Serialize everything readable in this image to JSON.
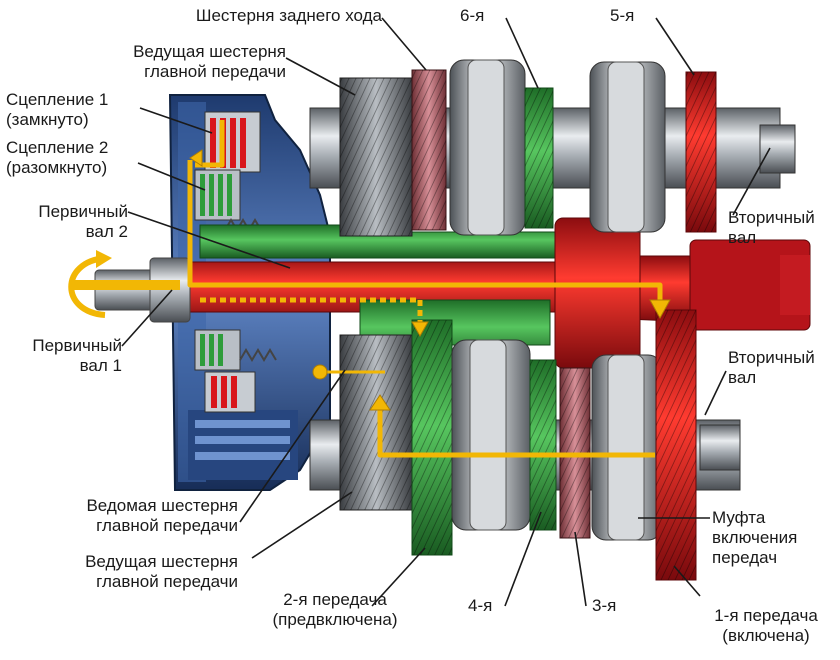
{
  "labels": {
    "reverse_gear": "Шестерня заднего хода",
    "gear6": "6-я",
    "gear5": "5-я",
    "main_drive_top": "Ведущая шестерня\nглавной передачи",
    "clutch1": "Сцепление 1\n(замкнуто)",
    "clutch2": "Сцепление 2\n(разомкнуто)",
    "input_shaft2": "Первичный\nвал 2",
    "output_shaft_top": "Вторичный\nвал",
    "input_shaft1": "Первичный\nвал 1",
    "output_shaft_bottom": "Вторичный\nвал",
    "driven_main": "Ведомая шестерня\nглавной передачи",
    "main_drive_bottom": "Ведущая шестерня\nглавной передачи",
    "gear2": "2-я передача\n(предвключена)",
    "gear4": "4-я",
    "gear3": "3-я",
    "coupling": "Муфта\nвключения\nпередач",
    "gear1": "1-я передача\n(включена)"
  },
  "colors": {
    "power_path": "#f2b705",
    "first_gear": "#d8161b",
    "even_gears": "#2e9c3a",
    "clutch_housing": "#2c4f8c",
    "steel": "#9aa0a6",
    "reverse_gear": "#b5656b"
  }
}
